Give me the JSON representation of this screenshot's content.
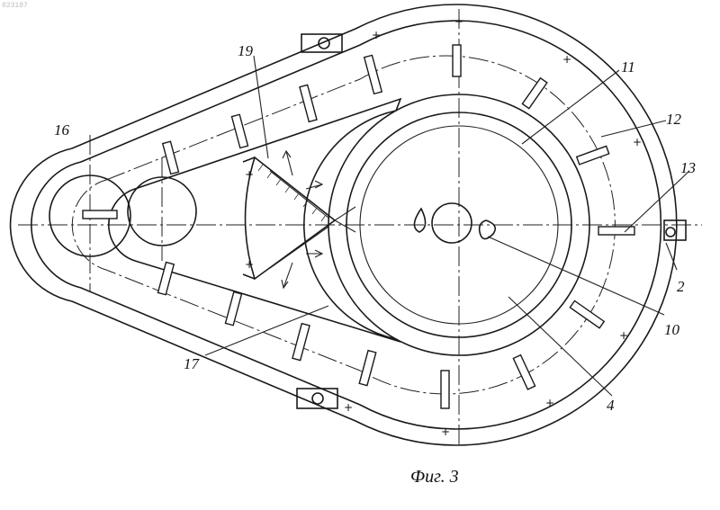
{
  "corner_code": "023187",
  "figure_caption": "Фиг. 3",
  "labels": {
    "l16": "16",
    "l19": "19",
    "l11": "11",
    "l12": "12",
    "l13": "13",
    "l2": "2",
    "l10": "10",
    "l4": "4",
    "l17": "17"
  }
}
